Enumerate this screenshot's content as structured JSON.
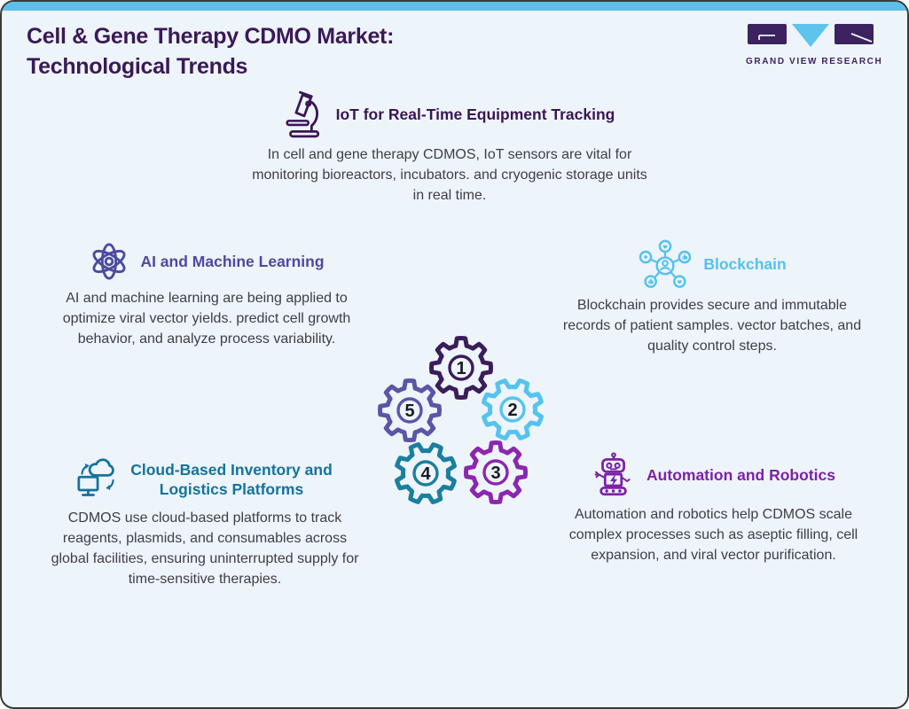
{
  "page": {
    "title": "Cell & Gene Therapy CDMO Market:\nTechnological Trends"
  },
  "logo": {
    "text": "GRAND VIEW RESEARCH",
    "mark_letters": "GVR"
  },
  "colors": {
    "background": "#edf4fa",
    "top_bar": "#5bc0ea",
    "title": "#3a1a55",
    "body_text": "#3e3e47",
    "frame_border": "#3a3a3a",
    "logo_purple": "#3d2260",
    "logo_blue": "#5ec4ee"
  },
  "sections": {
    "iot": {
      "icon": "microscope-icon",
      "color": "#3a1653",
      "title": "IoT for Real-Time Equipment Tracking",
      "body": "In cell and gene therapy CDMOS, IoT sensors are vital for\nmonitoring bioreactors, incubators. and cryogenic storage units\nin real time."
    },
    "ai": {
      "icon": "atom-icon",
      "color": "#4c4a9e",
      "title": "AI and Machine Learning",
      "body": "AI and machine learning are being applied to\noptimize viral vector yields. predict cell growth\nbehavior, and analyze process variability."
    },
    "blockchain": {
      "icon": "blockchain-network-icon",
      "color": "#55c1ee",
      "title": "Blockchain",
      "body": "Blockchain provides secure and immutable\nrecords of patient samples. vector batches, and\nquality control steps."
    },
    "cloud": {
      "icon": "cloud-computing-icon",
      "color": "#14739c",
      "title": "Cloud-Based Inventory and\nLogistics Platforms",
      "body": "CDMOS use cloud-based platforms to track\nreagents, plasmids, and consumables across\nglobal facilities, ensuring uninterrupted supply for\ntime-sensitive therapies."
    },
    "automation": {
      "icon": "robot-icon",
      "color": "#7d22a6",
      "title": "Automation and Robotics",
      "body": "Automation and robotics help CDMOS scale\ncomplex processes such as aseptic filling, cell\nexpansion, and viral vector purification."
    }
  },
  "gears": {
    "number_color": "#1a1a24",
    "items": [
      {
        "number": "1",
        "color": "#3b1d59"
      },
      {
        "number": "2",
        "color": "#56c3ee"
      },
      {
        "number": "3",
        "color": "#8b27ae"
      },
      {
        "number": "4",
        "color": "#1b7f9e"
      },
      {
        "number": "5",
        "color": "#5a55a6"
      }
    ]
  }
}
